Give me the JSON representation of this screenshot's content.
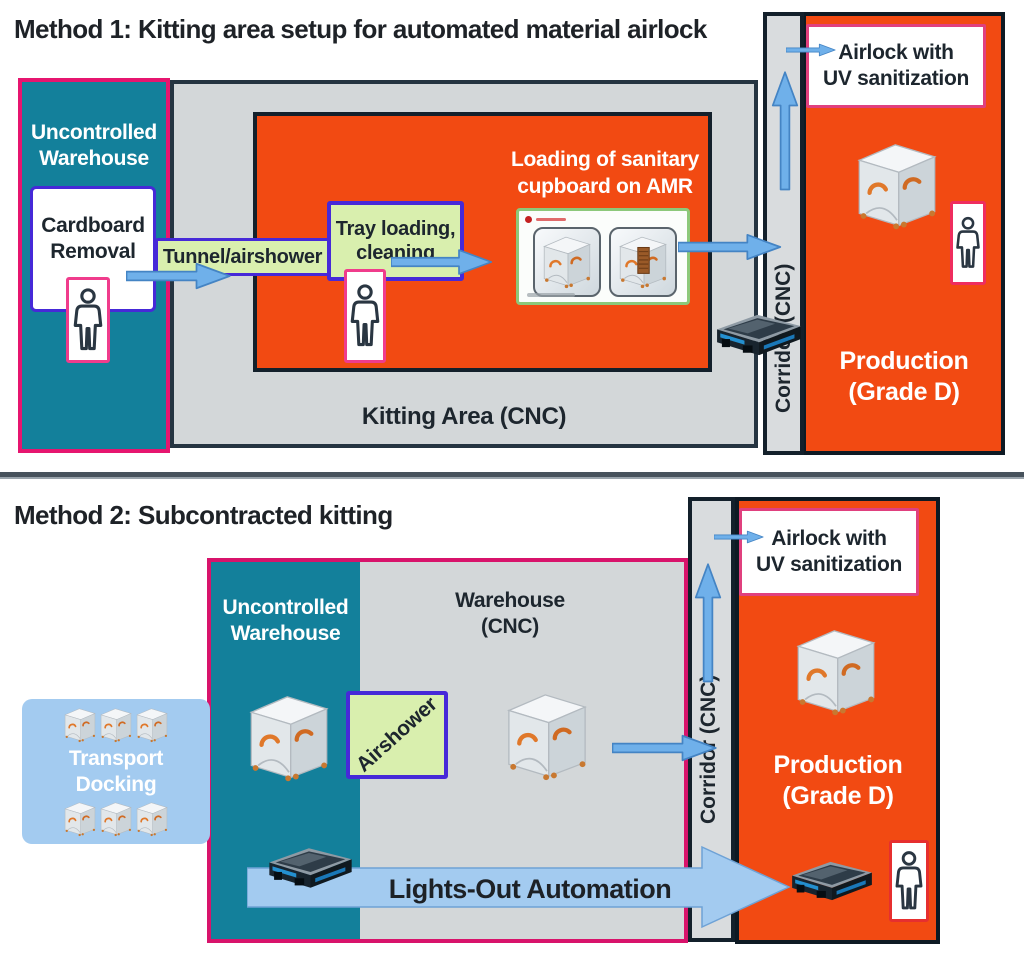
{
  "method1": {
    "title": "Method 1: Kitting area setup for automated material airlock",
    "uncontrolled_warehouse": [
      "Uncontrolled",
      "Warehouse"
    ],
    "cardboard_removal": [
      "Cardboard",
      "Removal"
    ],
    "tunnel_airshower": "Tunnel/airshower",
    "tray_loading": [
      "Tray loading,",
      "cleaning"
    ],
    "loading_amr": [
      "Loading of sanitary",
      "cupboard on AMR"
    ],
    "kitting_area": "Kitting Area (CNC)",
    "corridor": "Corridor (CNC)",
    "airlock": [
      "Airlock with",
      "UV sanitization"
    ],
    "production": [
      "Production",
      "(Grade D)"
    ]
  },
  "method2": {
    "title": "Method 2: Subcontracted kitting",
    "transport_docking": [
      "Transport",
      "Docking"
    ],
    "uncontrolled_warehouse": [
      "Uncontrolled",
      "Warehouse"
    ],
    "warehouse": [
      "Warehouse",
      "(CNC)"
    ],
    "airshower": "Airshower",
    "lights_out_automation": "Lights-Out Automation",
    "corridor": "Corridor (CNC)",
    "airlock": [
      "Airlock with",
      "UV sanitization"
    ],
    "production": [
      "Production",
      "(Grade D)"
    ]
  },
  "colors": {
    "teal_room": "#13809b",
    "pink_border": "#e6156f",
    "orange_room": "#f24a12",
    "gray_room": "#d3d7d9",
    "green_box": "#d9efae",
    "indigo_border": "#4629d8",
    "arrow_blue": "#6fb0ea",
    "light_blue_band": "#a3cbf0",
    "dark_border": "#13202b",
    "divider": "#47525c"
  },
  "icons": {
    "cupboard": "sanitary-cupboard-icon",
    "amr": "amr-robot-icon",
    "person": "person-icon",
    "arrow": "flow-arrow-icon"
  }
}
